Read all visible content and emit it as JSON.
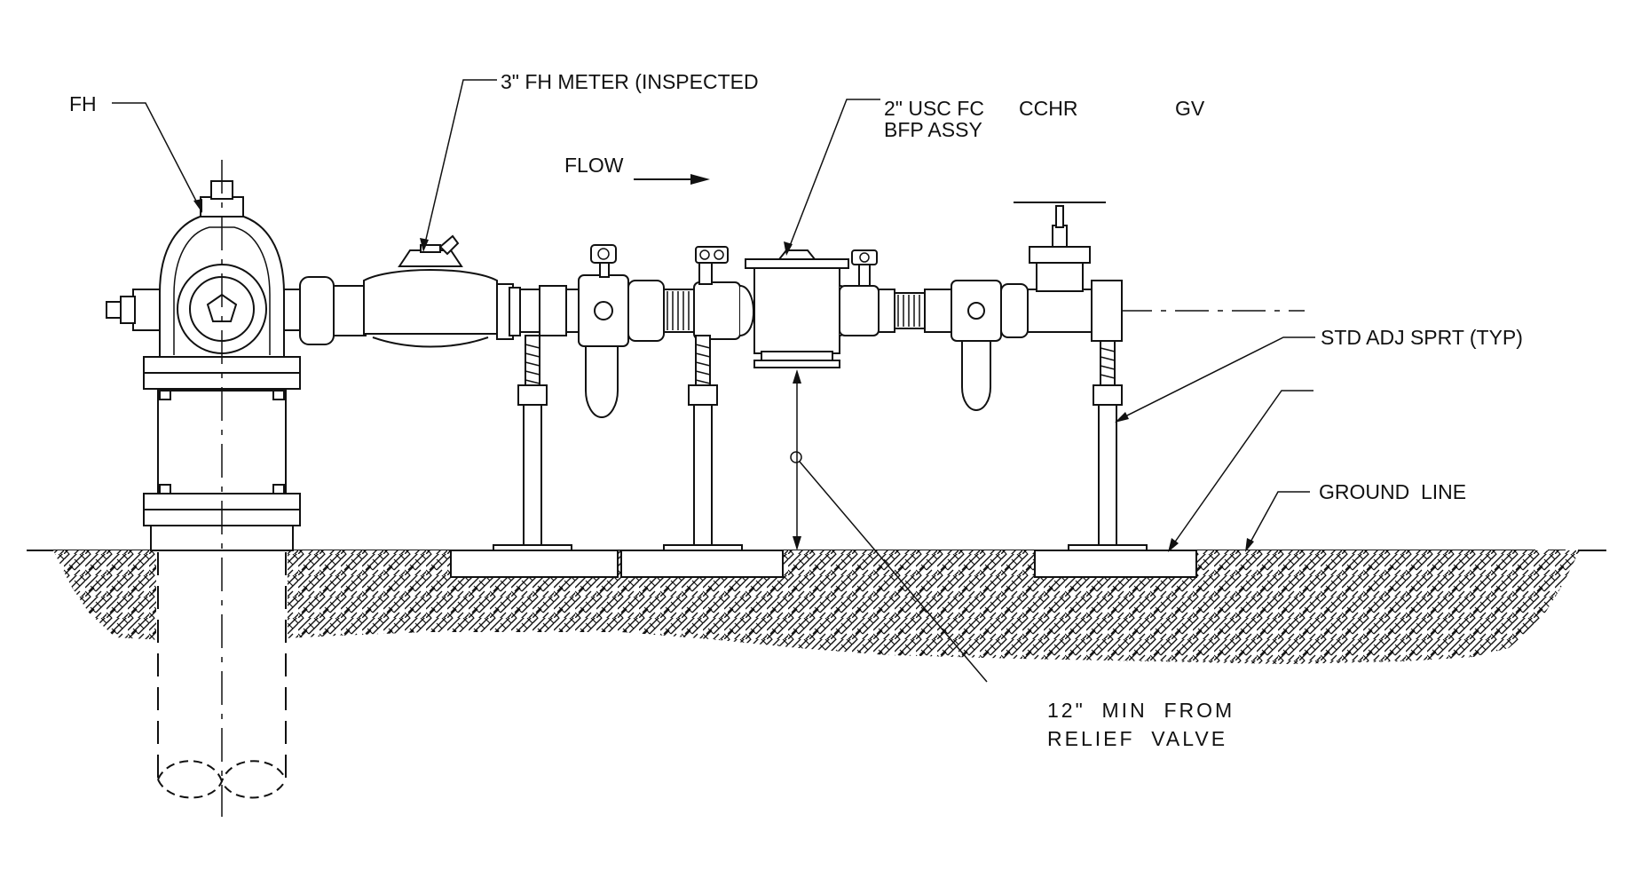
{
  "labels": {
    "fh": "FH",
    "meter": "3\" FH METER (INSPECTED",
    "usc_line1": "2\" USC FC",
    "usc_line2": "BFP ASSY",
    "cchr": "CCHR",
    "gv": "GV",
    "flow": "FLOW",
    "std_adj": "STD ADJ SPRT (TYP)",
    "ground_line": "GROUND  LINE",
    "min_line1": "12\"  MIN  FROM",
    "min_line2": "RELIEF  VALVE"
  },
  "colors": {
    "ink": "#111111",
    "background": "#ffffff"
  }
}
